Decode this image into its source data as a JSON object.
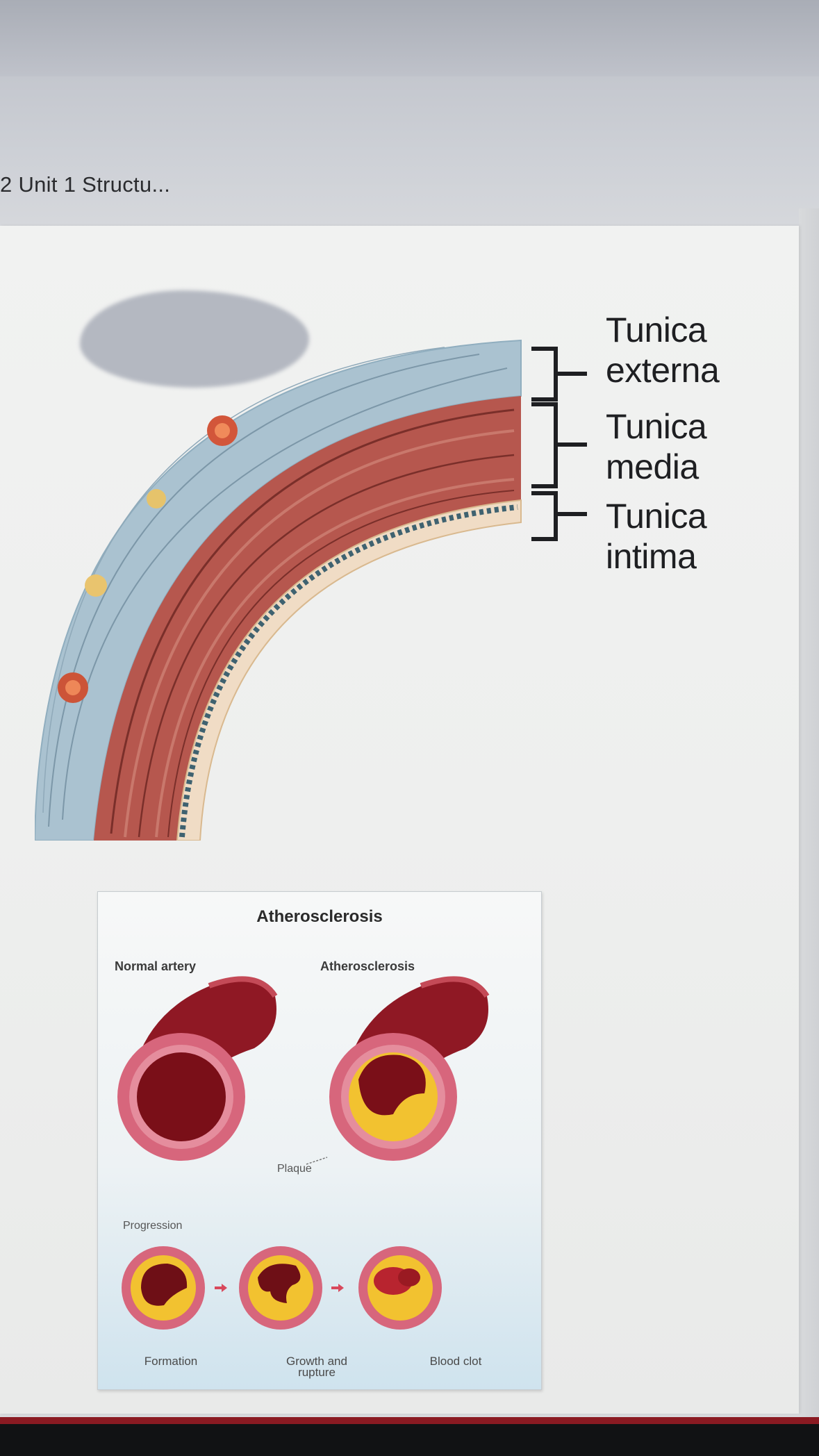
{
  "window": {
    "tab_title": "2 Unit 1 Structu..."
  },
  "artery_wall": {
    "labels": {
      "externa": [
        "Tunica",
        "externa"
      ],
      "media": [
        "Tunica",
        "media"
      ],
      "intima": [
        "Tunica",
        "intima"
      ]
    },
    "colors": {
      "externa": "#a9c1cf",
      "media": "#b6574e",
      "intima": "#f0dcc5"
    }
  },
  "atherosclerosis": {
    "title": "Atherosclerosis",
    "normal_label": "Normal artery",
    "diseased_label": "Atherosclerosis",
    "plaque_label": "Plaque",
    "progression_label": "Progression",
    "steps": [
      "Formation",
      "Growth and rupture",
      "Blood clot"
    ],
    "colors": {
      "vessel": "#a01a2a",
      "wall": "#d9667d",
      "plaque": "#f2c230"
    }
  }
}
